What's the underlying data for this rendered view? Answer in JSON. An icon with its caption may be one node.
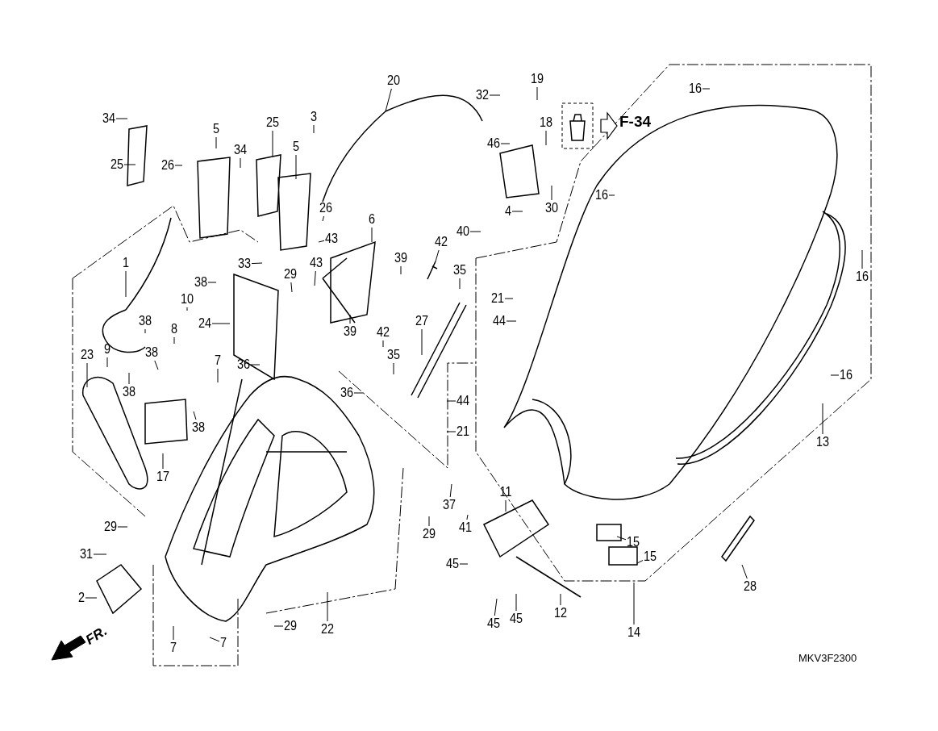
{
  "diagram": {
    "nodes": [
      {
        "text": [
          "20"
        ]
      },
      {
        "text": [
          "19"
        ]
      },
      {
        "text": [
          "32"
        ]
      },
      {
        "text": [
          "16"
        ]
      },
      {
        "text": [
          "34"
        ]
      },
      {
        "text": [
          "18"
        ]
      },
      {
        "text": [
          "46"
        ]
      },
      {
        "text": [
          "3"
        ]
      },
      {
        "text": [
          "25"
        ]
      },
      {
        "text": [
          "5"
        ]
      },
      {
        "text": [
          "34"
        ]
      },
      {
        "text": [
          "5"
        ]
      },
      {
        "text": [
          "25"
        ]
      },
      {
        "text": [
          "26"
        ]
      },
      {
        "text": [
          "16"
        ]
      },
      {
        "text": [
          "30"
        ]
      },
      {
        "text": [
          "4"
        ]
      },
      {
        "text": [
          "26"
        ]
      },
      {
        "text": [
          "6"
        ]
      },
      {
        "text": [
          "40"
        ]
      },
      {
        "text": [
          "43"
        ]
      },
      {
        "text": [
          "42"
        ]
      },
      {
        "text": [
          "39"
        ]
      },
      {
        "text": [
          "43"
        ]
      },
      {
        "text": [
          "29"
        ]
      },
      {
        "text": [
          "33"
        ]
      },
      {
        "text": [
          "35"
        ]
      },
      {
        "text": [
          "1"
        ]
      },
      {
        "text": [
          "16"
        ]
      },
      {
        "text": [
          "38"
        ]
      },
      {
        "text": [
          "21"
        ]
      },
      {
        "text": [
          "10"
        ]
      },
      {
        "text": [
          "24"
        ]
      },
      {
        "text": [
          "44"
        ]
      },
      {
        "text": [
          "39"
        ]
      },
      {
        "text": [
          "27"
        ]
      },
      {
        "text": [
          "38"
        ]
      },
      {
        "text": [
          "8"
        ]
      },
      {
        "text": [
          "42"
        ]
      },
      {
        "text": [
          "9"
        ]
      },
      {
        "text": [
          "38"
        ]
      },
      {
        "text": [
          "35"
        ]
      },
      {
        "text": [
          "7"
        ]
      },
      {
        "text": [
          "36"
        ]
      },
      {
        "text": [
          "23"
        ]
      },
      {
        "text": [
          "38"
        ]
      },
      {
        "text": [
          "36"
        ]
      },
      {
        "text": [
          "44"
        ]
      },
      {
        "text": [
          "16"
        ]
      },
      {
        "text": [
          "38"
        ]
      },
      {
        "text": [
          "21"
        ]
      },
      {
        "text": [
          "17"
        ]
      },
      {
        "text": [
          "13"
        ]
      },
      {
        "text": [
          "11"
        ]
      },
      {
        "text": [
          "29"
        ]
      },
      {
        "text": [
          "37"
        ]
      },
      {
        "text": [
          "41"
        ]
      },
      {
        "text": [
          "29"
        ]
      },
      {
        "text": [
          "15"
        ]
      },
      {
        "text": [
          "15"
        ]
      },
      {
        "text": [
          "31"
        ]
      },
      {
        "text": [
          "45"
        ]
      },
      {
        "text": [
          "28"
        ]
      },
      {
        "text": [
          "2"
        ]
      },
      {
        "text": [
          "12"
        ]
      },
      {
        "text": [
          "22"
        ]
      },
      {
        "text": [
          "45"
        ]
      },
      {
        "text": [
          "45"
        ]
      },
      {
        "text": [
          "29"
        ]
      },
      {
        "text": [
          "14"
        ]
      },
      {
        "text": [
          "7"
        ]
      },
      {
        "text": [
          "7"
        ]
      }
    ],
    "edges": [
      {
        "from": 0,
        "to": null,
        "arrow": "none"
      },
      {
        "from": 1,
        "to": null,
        "arrow": "none"
      },
      {
        "from": 2,
        "to": null,
        "arrow": "none"
      },
      {
        "from": 3,
        "to": null,
        "arrow": "none"
      },
      {
        "from": 4,
        "to": null,
        "arrow": "none"
      },
      {
        "from": 5,
        "to": null,
        "arrow": "none"
      },
      {
        "from": 6,
        "to": null,
        "arrow": "none"
      },
      {
        "from": 7,
        "to": null,
        "arrow": "none"
      },
      {
        "from": 8,
        "to": null,
        "arrow": "none"
      },
      {
        "from": 9,
        "to": null,
        "arrow": "none"
      },
      {
        "from": 10,
        "to": null,
        "arrow": "none"
      },
      {
        "from": 11,
        "to": null,
        "arrow": "none"
      },
      {
        "from": 12,
        "to": null,
        "arrow": "none"
      },
      {
        "from": 13,
        "to": null,
        "arrow": "none"
      },
      {
        "from": 14,
        "to": null,
        "arrow": "none"
      },
      {
        "from": 15,
        "to": null,
        "arrow": "none"
      },
      {
        "from": 16,
        "to": null,
        "arrow": "none"
      },
      {
        "from": 17,
        "to": null,
        "arrow": "none"
      },
      {
        "from": 18,
        "to": null,
        "arrow": "none"
      },
      {
        "from": 19,
        "to": null,
        "arrow": "none"
      },
      {
        "from": 20,
        "to": null,
        "arrow": "none"
      },
      {
        "from": 21,
        "to": null,
        "arrow": "none"
      },
      {
        "from": 22,
        "to": null,
        "arrow": "none"
      },
      {
        "from": 23,
        "to": null,
        "arrow": "none"
      },
      {
        "from": 24,
        "to": null,
        "arrow": "none"
      },
      {
        "from": 25,
        "to": null,
        "arrow": "none"
      },
      {
        "from": 26,
        "to": null,
        "arrow": "none"
      },
      {
        "from": 27,
        "to": null,
        "arrow": "none"
      },
      {
        "from": 28,
        "to": null,
        "arrow": "none"
      },
      {
        "from": 29,
        "to": null,
        "arrow": "none"
      },
      {
        "from": 30,
        "to": null,
        "arrow": "none"
      },
      {
        "from": 31,
        "to": null,
        "arrow": "none"
      },
      {
        "from": 32,
        "to": null,
        "arrow": "none"
      },
      {
        "from": 33,
        "to": null,
        "arrow": "none"
      },
      {
        "from": 34,
        "to": null,
        "arrow": "none"
      },
      {
        "from": 35,
        "to": null,
        "arrow": "none"
      },
      {
        "from": 36,
        "to": null,
        "arrow": "none"
      },
      {
        "from": 37,
        "to": null,
        "arrow": "none"
      },
      {
        "from": 38,
        "to": null,
        "arrow": "none"
      },
      {
        "from": 39,
        "to": null,
        "arrow": "none"
      },
      {
        "from": 40,
        "to": null,
        "arrow": "none"
      },
      {
        "from": 41,
        "to": null,
        "arrow": "none"
      },
      {
        "from": 42,
        "to": null,
        "arrow": "none"
      },
      {
        "from": 43,
        "to": null,
        "arrow": "none"
      },
      {
        "from": 44,
        "to": null,
        "arrow": "none"
      },
      {
        "from": 45,
        "to": null,
        "arrow": "none"
      },
      {
        "from": 46,
        "to": null,
        "arrow": "none"
      },
      {
        "from": 47,
        "to": null,
        "arrow": "none"
      },
      {
        "from": 48,
        "to": null,
        "arrow": "none"
      },
      {
        "from": 49,
        "to": null,
        "arrow": "none"
      },
      {
        "from": 50,
        "to": null,
        "arrow": "none"
      },
      {
        "from": 51,
        "to": null,
        "arrow": "none"
      },
      {
        "from": 52,
        "to": null,
        "arrow": "none"
      },
      {
        "from": 53,
        "to": null,
        "arrow": "none"
      },
      {
        "from": 54,
        "to": null,
        "arrow": "none"
      },
      {
        "from": 55,
        "to": null,
        "arrow": "none"
      },
      {
        "from": 56,
        "to": null,
        "arrow": "none"
      },
      {
        "from": 57,
        "to": null,
        "arrow": "none"
      },
      {
        "from": 58,
        "to": null,
        "arrow": "none"
      },
      {
        "from": 59,
        "to": null,
        "arrow": "none"
      },
      {
        "from": 60,
        "to": null,
        "arrow": "none"
      },
      {
        "from": 61,
        "to": null,
        "arrow": "none"
      },
      {
        "from": 62,
        "to": null,
        "arrow": "none"
      },
      {
        "from": 63,
        "to": null,
        "arrow": "none"
      },
      {
        "from": 64,
        "to": null,
        "arrow": "none"
      },
      {
        "from": 65,
        "to": null,
        "arrow": "none"
      },
      {
        "from": 66,
        "to": null,
        "arrow": "none"
      },
      {
        "from": 67,
        "to": null,
        "arrow": "none"
      },
      {
        "from": 68,
        "to": null,
        "arrow": "none"
      },
      {
        "from": 69,
        "to": null,
        "arrow": "none"
      },
      {
        "from": 70,
        "to": null,
        "arrow": "none"
      },
      {
        "from": 71,
        "to": null,
        "arrow": "none"
      }
    ],
    "labels": [
      "F-34",
      "FR.",
      "MKV3F2300"
    ]
  }
}
